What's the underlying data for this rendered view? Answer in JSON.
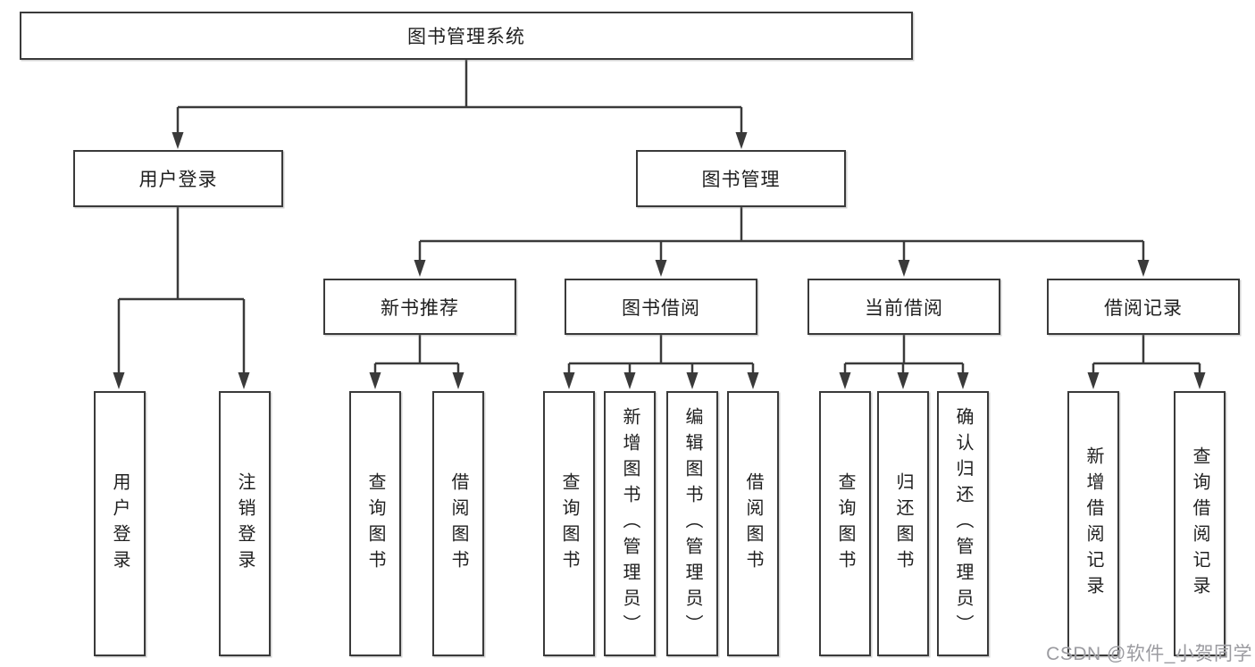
{
  "diagram": {
    "root": {
      "label": "图书管理系统"
    },
    "branches": {
      "user_login": {
        "label": "用户登录",
        "children": [
          "用户登录",
          "注销登录"
        ]
      },
      "book_mgmt": {
        "label": "图书管理",
        "sections": [
          {
            "label": "新书推荐",
            "children": [
              "查询图书",
              "借阅图书"
            ]
          },
          {
            "label": "图书借阅",
            "children": [
              "查询图书",
              "新增图书（管理员）",
              "编辑图书（管理员）",
              "借阅图书"
            ]
          },
          {
            "label": "当前借阅",
            "children": [
              "查询图书",
              "归还图书",
              "确认归还（管理员）"
            ]
          },
          {
            "label": "借阅记录",
            "children": [
              "新增借阅记录",
              "查询借阅记录"
            ]
          }
        ]
      }
    }
  },
  "watermark": {
    "text": "CSDN @软件_小贺同学"
  },
  "colors": {
    "line": "#3a3a3a",
    "text": "#1f1f1f",
    "box_background": "#ffffff",
    "watermark": "#9b9ba0",
    "background": "#ffffff"
  }
}
